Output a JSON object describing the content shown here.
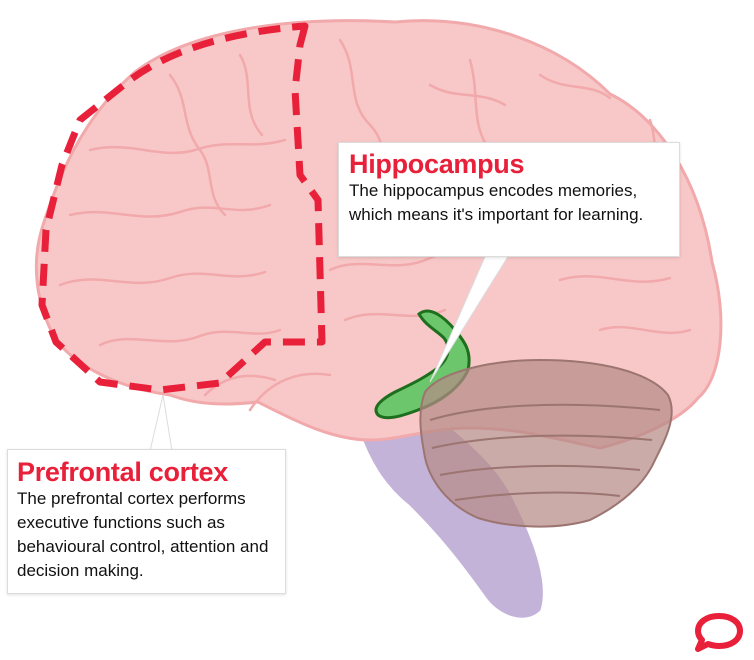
{
  "regions": {
    "hippocampus": {
      "title": "Hippocampus",
      "description": "The hippocampus encodes memories, which means it's important for learning."
    },
    "prefrontal_cortex": {
      "title": "Prefrontal cortex",
      "description": "The prefrontal cortex performs executive functions such as behavioural control, attention and decision making."
    }
  },
  "colors": {
    "accent": "#e8203a",
    "brain_fill": "#f8c8c8",
    "brain_outline": "#f1a9ab",
    "hippocampus_fill": "#6cc76c",
    "hippocampus_outline": "#1d6e1d",
    "cerebellum_fill": "#b58a86",
    "brainstem_fill": "#c4b3d9"
  },
  "icons": {
    "logo": "speech-bubble-logo-icon"
  }
}
